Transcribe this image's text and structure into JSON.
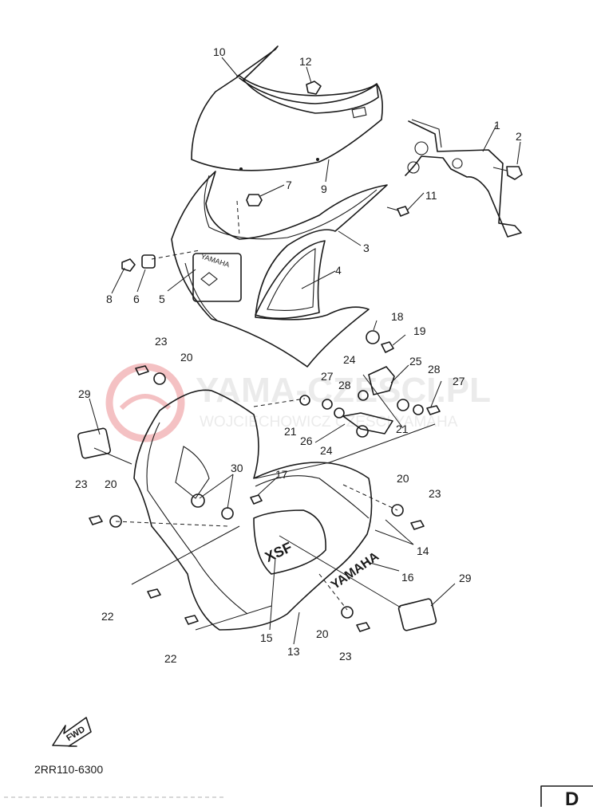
{
  "callouts": [
    {
      "id": "c1",
      "text": "1"
    },
    {
      "id": "c2",
      "text": "2"
    },
    {
      "id": "c3",
      "text": "3"
    },
    {
      "id": "c4",
      "text": "4"
    },
    {
      "id": "c5",
      "text": "5"
    },
    {
      "id": "c6",
      "text": "6"
    },
    {
      "id": "c7",
      "text": "7"
    },
    {
      "id": "c8",
      "text": "8"
    },
    {
      "id": "c9",
      "text": "9"
    },
    {
      "id": "c10",
      "text": "10"
    },
    {
      "id": "c11",
      "text": "11"
    },
    {
      "id": "c12",
      "text": "12"
    },
    {
      "id": "c13",
      "text": "13"
    },
    {
      "id": "c14",
      "text": "14"
    },
    {
      "id": "c15",
      "text": "15"
    },
    {
      "id": "c16",
      "text": "16"
    },
    {
      "id": "c17",
      "text": "17"
    },
    {
      "id": "c18",
      "text": "18"
    },
    {
      "id": "c19",
      "text": "19"
    },
    {
      "id": "c20a",
      "text": "20"
    },
    {
      "id": "c20b",
      "text": "20"
    },
    {
      "id": "c20c",
      "text": "20"
    },
    {
      "id": "c20d",
      "text": "20"
    },
    {
      "id": "c21a",
      "text": "21"
    },
    {
      "id": "c21b",
      "text": "21"
    },
    {
      "id": "c22a",
      "text": "22"
    },
    {
      "id": "c22b",
      "text": "22"
    },
    {
      "id": "c23a",
      "text": "23"
    },
    {
      "id": "c23b",
      "text": "23"
    },
    {
      "id": "c23c",
      "text": "23"
    },
    {
      "id": "c23d",
      "text": "23"
    },
    {
      "id": "c24a",
      "text": "24"
    },
    {
      "id": "c24b",
      "text": "24"
    },
    {
      "id": "c25",
      "text": "25"
    },
    {
      "id": "c26",
      "text": "26"
    },
    {
      "id": "c27a",
      "text": "27"
    },
    {
      "id": "c27b",
      "text": "27"
    },
    {
      "id": "c28a",
      "text": "28"
    },
    {
      "id": "c28b",
      "text": "28"
    },
    {
      "id": "c29a",
      "text": "29"
    },
    {
      "id": "c29b",
      "text": "29"
    },
    {
      "id": "c30",
      "text": "30"
    }
  ],
  "fwd_label": "FWD",
  "drawing_code": "2RR110-6300",
  "corner_mark": "D",
  "watermark_main": "YAMA-CZESCI.PL",
  "watermark_sub": "WOJCIECHOWICZ CZESCI YAMAHA",
  "decal_text": "YAMAHA",
  "model_text": "XSF"
}
